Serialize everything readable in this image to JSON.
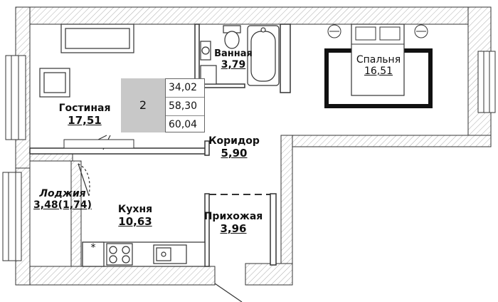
{
  "apartment": {
    "rooms": "2",
    "areas": [
      "34,02",
      "58,30",
      "60,04"
    ]
  },
  "room_labels": [
    {
      "id": "living",
      "name": "Гостиная",
      "area": "17,51"
    },
    {
      "id": "bath",
      "name": "Ванная",
      "area": "3,79"
    },
    {
      "id": "bedroom",
      "name": "Спальня",
      "area": "16,51"
    },
    {
      "id": "corridor",
      "name": "Коридор",
      "area": "5,90"
    },
    {
      "id": "loggia",
      "name": "Лоджия",
      "area": "3,48(1,74)"
    },
    {
      "id": "kitchen",
      "name": "Кухня",
      "area": "10,63"
    },
    {
      "id": "hall",
      "name": "Прихожая",
      "area": "3,96"
    }
  ],
  "stove_mark": "*",
  "colors": {
    "wall": "#ffffff",
    "wall_stroke": "#333333",
    "info_box": "#c8c8c8",
    "carpet": "#111111"
  }
}
